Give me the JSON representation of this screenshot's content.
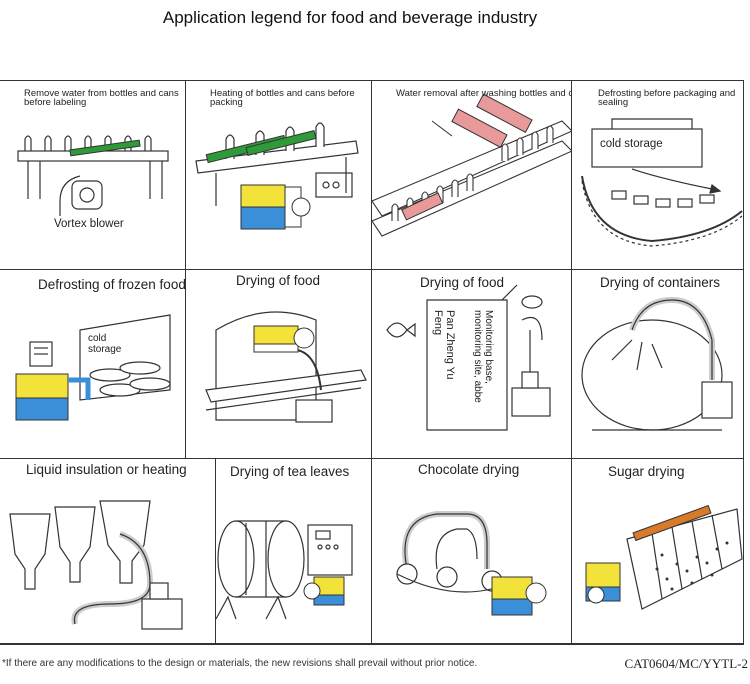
{
  "title": "Application legend for food and beverage industry",
  "cells": [
    {
      "caption": "Remove water from bottles and cans before labeling",
      "labels": [
        "Vortex blower"
      ]
    },
    {
      "caption": "Heating of bottles and cans before packing",
      "labels": []
    },
    {
      "caption": "Water removal after washing bottles and cans",
      "labels": []
    },
    {
      "caption": "Defrosting before packaging and sealing",
      "labels": [
        "cold storage"
      ]
    },
    {
      "caption": "Defrosting of frozen food",
      "labels": [
        "cold storage"
      ]
    },
    {
      "caption": "Drying of food",
      "labels": []
    },
    {
      "caption": "Drying of food",
      "labels": [
        "Monitoring base, monitoring site, abbe",
        "Pan Zheng Yu Feng"
      ]
    },
    {
      "caption": "Drying of containers",
      "labels": []
    },
    {
      "caption": "Liquid insulation or heating",
      "labels": []
    },
    {
      "caption": "Drying of tea leaves",
      "labels": []
    },
    {
      "caption": "Chocolate drying",
      "labels": []
    },
    {
      "caption": "Sugar drying",
      "labels": []
    }
  ],
  "footer": {
    "note": "*If there are any modifications to the design or materials, the new revisions shall prevail without prior notice.",
    "code": "CAT0604/MC/YYTL-2"
  },
  "colors": {
    "blower_yellow": "#f2e23a",
    "blower_blue": "#3a8fd8",
    "nozzle_green": "#2e9a3a",
    "nozzle_pink": "#e89a9a"
  }
}
